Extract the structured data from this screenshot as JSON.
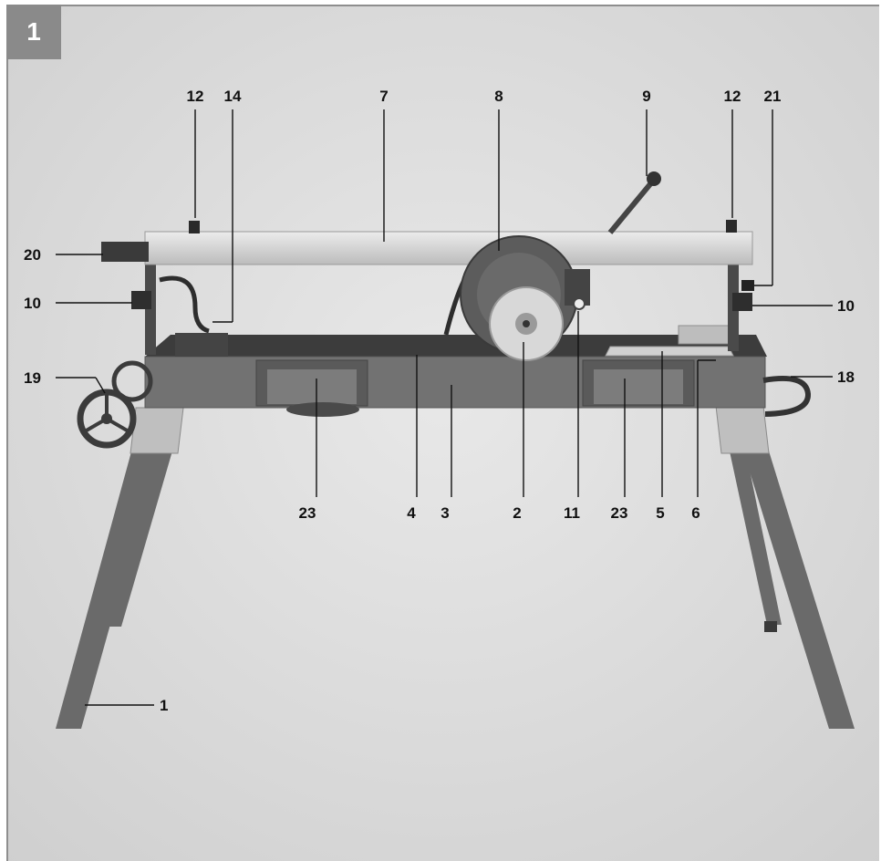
{
  "figure": {
    "number": "1"
  },
  "callouts": [
    {
      "id": "c12a",
      "label": "12"
    },
    {
      "id": "c14",
      "label": "14"
    },
    {
      "id": "c7",
      "label": "7"
    },
    {
      "id": "c8",
      "label": "8"
    },
    {
      "id": "c9",
      "label": "9"
    },
    {
      "id": "c12b",
      "label": "12"
    },
    {
      "id": "c21",
      "label": "21"
    },
    {
      "id": "c20",
      "label": "20"
    },
    {
      "id": "c10a",
      "label": "10"
    },
    {
      "id": "c10b",
      "label": "10"
    },
    {
      "id": "c19",
      "label": "19"
    },
    {
      "id": "c18",
      "label": "18"
    },
    {
      "id": "c23a",
      "label": "23"
    },
    {
      "id": "c4",
      "label": "4"
    },
    {
      "id": "c3",
      "label": "3"
    },
    {
      "id": "c2",
      "label": "2"
    },
    {
      "id": "c11",
      "label": "11"
    },
    {
      "id": "c23b",
      "label": "23"
    },
    {
      "id": "c5",
      "label": "5"
    },
    {
      "id": "c6",
      "label": "6"
    },
    {
      "id": "c1",
      "label": "1"
    }
  ],
  "colors": {
    "background": "#dcdcdc",
    "frame": "#8e8e8e",
    "steel": "#6e6e6e",
    "rail": "#d9d9d9",
    "blade_guard": "#5c5c5c"
  }
}
